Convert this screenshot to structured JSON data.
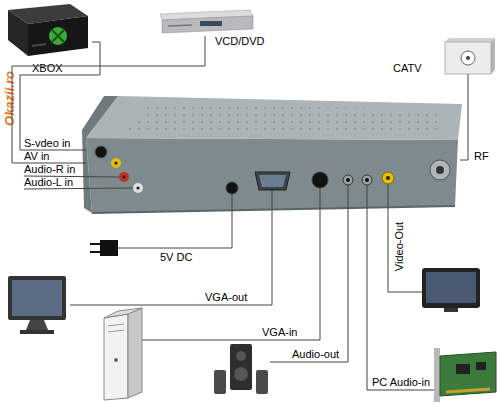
{
  "diagram": {
    "nodes": [
      {
        "text": [
          "XBOX"
        ]
      },
      {
        "text": [
          "VCD/DVD"
        ]
      },
      {
        "text": [
          "CATV"
        ]
      },
      {
        "text": [
          "S-vdeo in",
          "AV in",
          "Audio-R in",
          "Audio-L in"
        ]
      }
    ],
    "edges": [
      {
        "from": 0,
        "to": 3,
        "arrow": "none"
      },
      {
        "from": 1,
        "to": 3,
        "arrow": "none"
      },
      {
        "from": 2,
        "to": 3,
        "label": "RF",
        "arrow": "none"
      }
    ],
    "labels": [
      "Okazii.ro",
      "5V DC",
      "VGA-out",
      "VGA-in",
      "Audio-out",
      "Video-Out",
      "PC Audio-in"
    ]
  }
}
